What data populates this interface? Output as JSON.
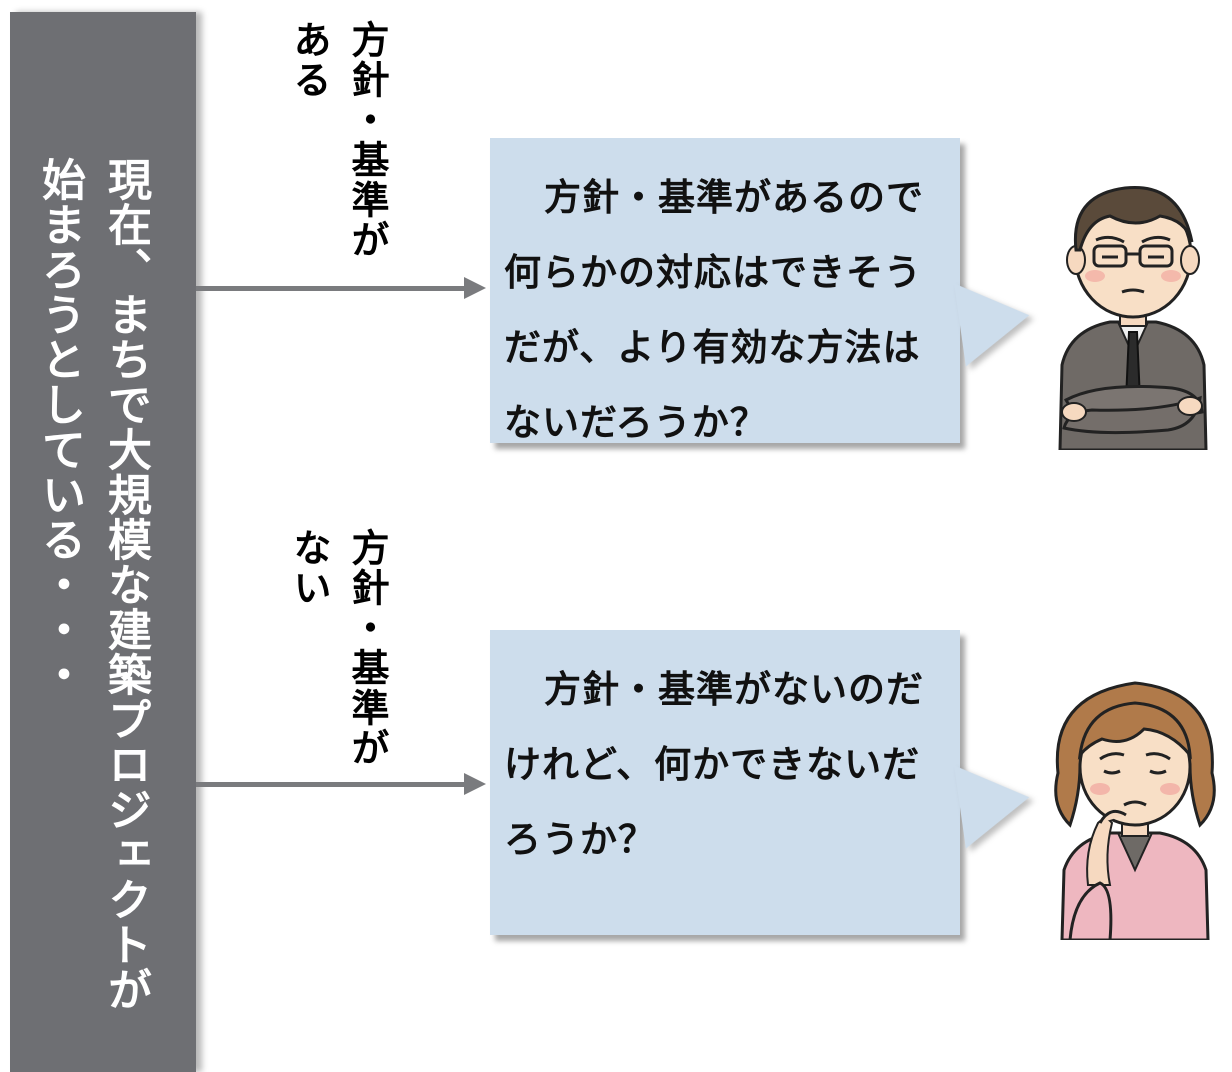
{
  "banner": {
    "text": "現在、まちで大規模な建築プロジェクトが\n始まろうとしている・・・"
  },
  "branches": [
    {
      "label": "方針・基準が\nある",
      "bubble_text": "方針・基準があるので何らかの対応はできそうだが、より有効な方法はないだろうか？",
      "character": "man-arms-crossed-icon"
    },
    {
      "label": "方針・基準が\nない",
      "bubble_text": "方針・基準がないのだけれど、何かできないだろうか？",
      "character": "woman-worried-icon"
    }
  ],
  "colors": {
    "banner": "#6e6f73",
    "bubble": "#cdddec",
    "arrow": "#7a7b7e"
  }
}
